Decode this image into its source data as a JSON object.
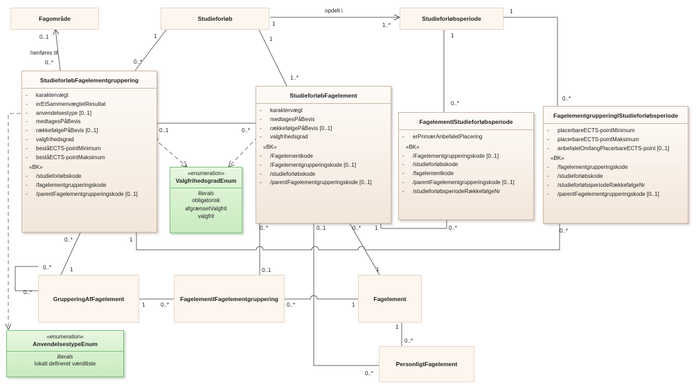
{
  "classes": {
    "fagomraade": {
      "name": "Fagområde"
    },
    "studieforloeb": {
      "name": "Studieforløb"
    },
    "studieforloebsperiode": {
      "name": "Studieforløbsperiode"
    },
    "sfFagelementgruppering": {
      "name": "StudieforløbFagelementgruppering",
      "attributes": [
        "karaktervægt",
        "erEtSammenvægtetResultat",
        "anvendelsestype [0..1]",
        "medtagesPåBevis",
        "rækkefølgePåBevis [0..1]",
        "valgfrihedsgrad",
        "beståECTS-pointMinimum",
        "beståECTS-pointMaksimum"
      ],
      "bk_label": "«BK»",
      "bk": [
        "/studieforløbskode",
        "/fagelementgrupperingskode",
        "/parentFagelementgrupperingskode [0..1]"
      ]
    },
    "sfFagelement": {
      "name": "StudieforløbFagelement",
      "attributes": [
        "karaktervægt",
        "medtagesPåBevis",
        "rækkefølgePåBevis [0..1]",
        "valgfrihedsgrad"
      ],
      "bk_label": "«BK»",
      "bk": [
        "/Fagelementkode",
        "/Fagelementgrupperingskode [0..1]",
        "/studieforløbskode",
        "/parentFagelementgrupperingskode [0..1]"
      ]
    },
    "fagelementISfPeriode": {
      "name": "FagelementIStudieforløbsperiode",
      "attributes": [
        "erPrimærAnbefaletPlacering"
      ],
      "bk_label": "«BK»",
      "bk": [
        "/Fagelementgrupperingskode [0..1]",
        "/studieforløbskode",
        "/fagelementkode",
        "/parentFagelementgrupperingskode [0..1]",
        "/studieforløbsperiodeRækkefølgeNr"
      ]
    },
    "fgISfPeriode": {
      "name": "FagelementgrupperingIStudieforløbsperiode",
      "attributes": [
        "placerbareECTS-pointMinimum",
        "placerbareECTS-pointMaksimum",
        "anbefaletOmfangPlacerbareECTS-point [0..1]"
      ],
      "bk_label": "«BK»",
      "bk": [
        "/fagelementgrupperingskode",
        "/studieforløbskode",
        "/studieforløbsperiodeRækkefølgeNr",
        "/parentFagelementgrupperingskode [0..1]"
      ]
    },
    "grupperingAfFagelement": {
      "name": "GrupperingAfFagelement"
    },
    "fagelementIFg": {
      "name": "FagelementIFagelementgruppering"
    },
    "fagelement": {
      "name": "Fagelement"
    },
    "personligtFagelement": {
      "name": "PersonligtFagelement"
    }
  },
  "enums": {
    "valgfrihedsgrad": {
      "stereotype": "«enumeration»",
      "name": "ValgfrihedsgradEnum",
      "literals_title": "literals",
      "literals": [
        "obligatorisk",
        "afgrænsetValgfrit",
        "valgfrit"
      ]
    },
    "anvendelsestype": {
      "stereotype": "«enumeration»",
      "name": "AnvendelsestypeEnum",
      "literals_title": "literals",
      "literals": [
        "lokalt defineret værdiliste"
      ]
    }
  },
  "labels": {
    "opdelt_i": "opdelt i",
    "henfoeres_til": "henføres til",
    "m_0_1": "0..1",
    "m_0_star": "0..*",
    "m_1": "1",
    "m_1_star": "1..*"
  }
}
